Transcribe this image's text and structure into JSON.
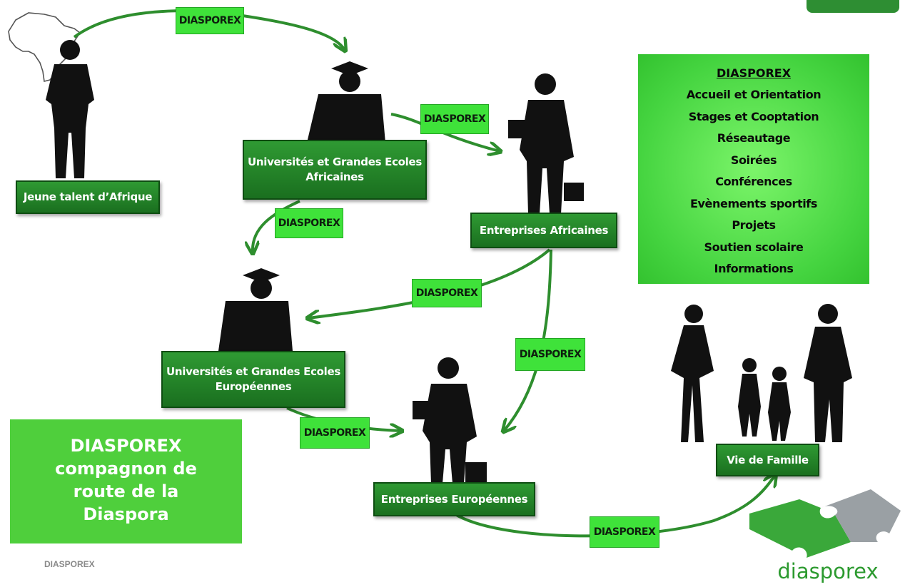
{
  "nodes": {
    "jeune_talent": "Jeune talent d’Afrique",
    "univ_africaines_1": "Universités et Grandes Ecoles",
    "univ_africaines_2": "Africaines",
    "entreprises_africaines": "Entreprises Africaines",
    "univ_europeennes_1": "Universités et Grandes Ecoles",
    "univ_europeennes_2": "Européennes",
    "entreprises_europeennes": "Entreprises Européennes",
    "vie_de_famille": "Vie de Famille"
  },
  "edge_label": "DIASPOREX",
  "services_panel": {
    "title": "DIASPOREX",
    "items": [
      "Accueil et Orientation",
      "Stages et Cooptation",
      "Réseautage",
      "Soirées",
      "Conférences",
      "Evènements sportifs",
      "Projets",
      "Soutien scolaire",
      "Informations"
    ]
  },
  "slogan": {
    "line1": "DIASPOREX",
    "line2": "compagnon de",
    "line3": "route de la",
    "line4": "Diaspora"
  },
  "footer_text": "DIASPOREX",
  "brand_name": "diasporex",
  "colors": {
    "node_green": "#1f7a23",
    "tag_green": "#3fe23a",
    "panel_green": "#5ee84f",
    "slogan_green": "#4fcf3c",
    "arrow_green": "#2e8e2e"
  }
}
